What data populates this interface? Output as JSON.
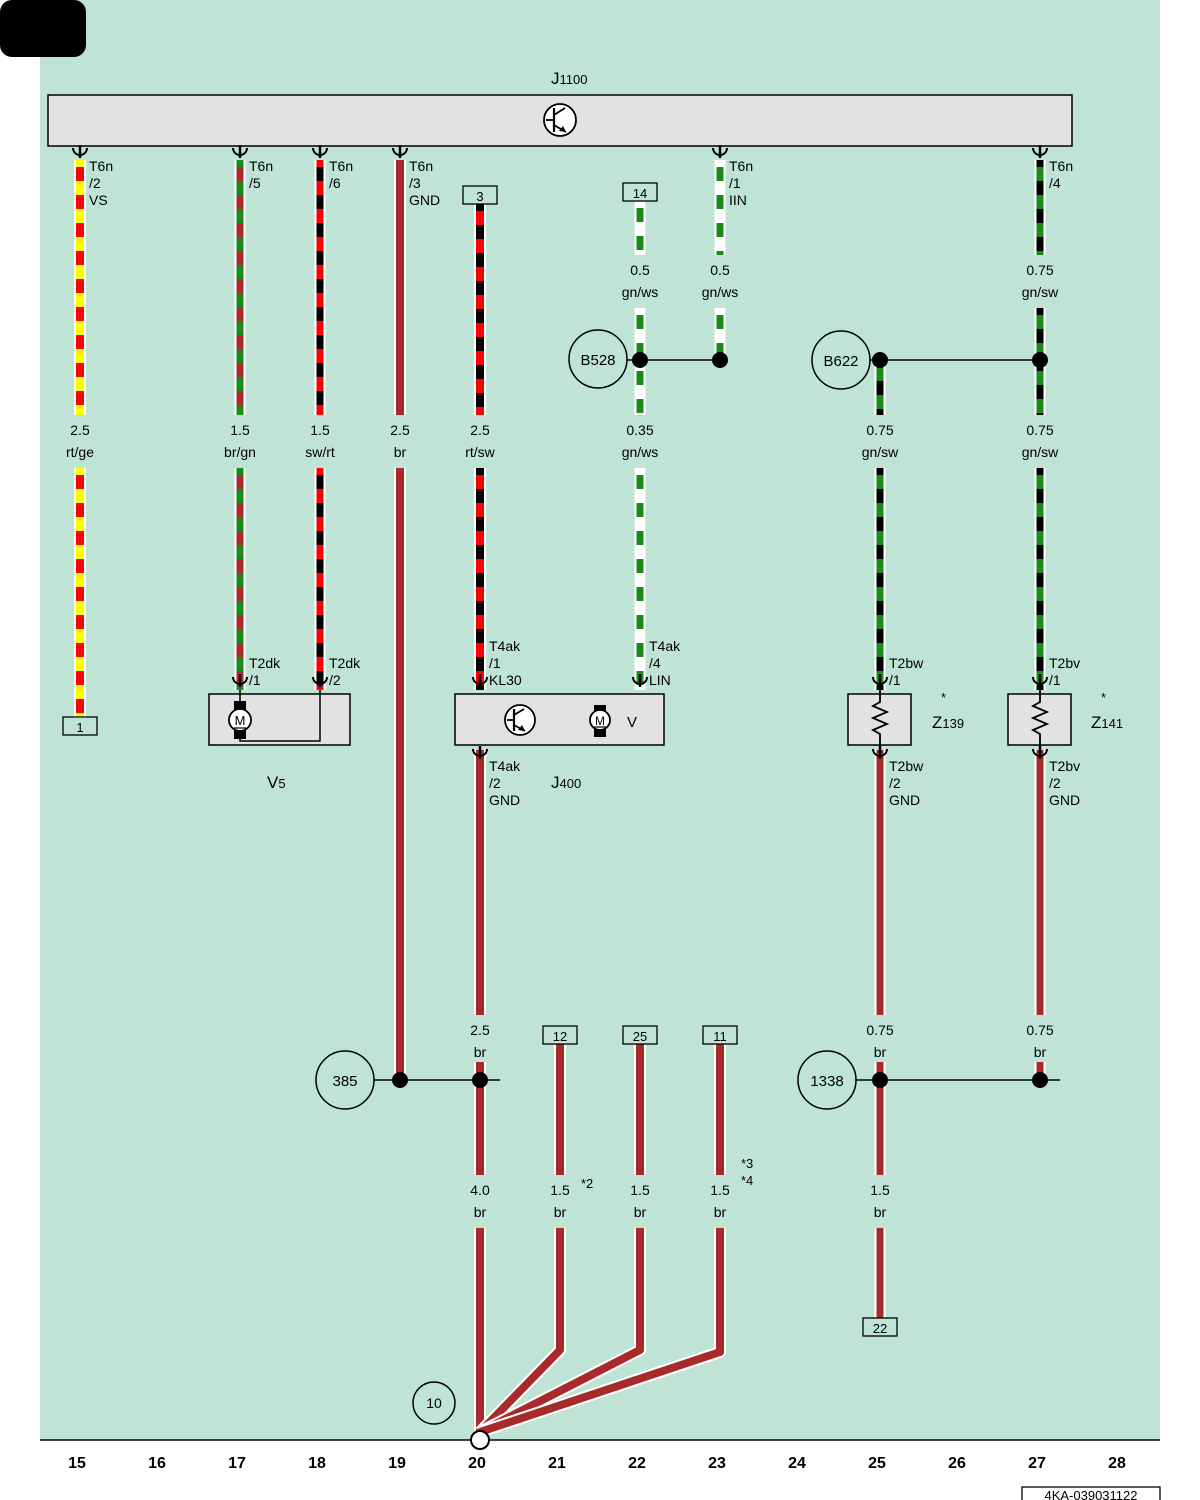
{
  "colors": {
    "background": "#bfe3d5",
    "component_fill": "#e2e2e2",
    "rt": "#ff0000",
    "ge": "#ffff00",
    "br": "#a82a2a",
    "gn": "#1a8a1a",
    "sw": "#000000",
    "ws": "#ffffff"
  },
  "components": {
    "j1100": {
      "label": "J",
      "sub": "1100"
    },
    "v5": {
      "label": "V",
      "sub": "5"
    },
    "j400": {
      "label": "J",
      "sub": "400",
      "motor_letter": "V"
    },
    "z139": {
      "label": "Z",
      "sub": "139",
      "star": "*"
    },
    "z141": {
      "label": "Z",
      "sub": "141",
      "star": "*"
    }
  },
  "motor_symbol": "M",
  "pins": [
    {
      "id": "t6n2",
      "lines": [
        "T6n",
        "/2",
        "VS"
      ]
    },
    {
      "id": "t6n5",
      "lines": [
        "T6n",
        "/5"
      ]
    },
    {
      "id": "t6n6",
      "lines": [
        "T6n",
        "/6"
      ]
    },
    {
      "id": "t6n3",
      "lines": [
        "T6n",
        "/3",
        "GND"
      ]
    },
    {
      "id": "t6n1",
      "lines": [
        "T6n",
        "/1",
        "IIN"
      ]
    },
    {
      "id": "t6n4",
      "lines": [
        "T6n",
        "/4"
      ]
    },
    {
      "id": "t2dk1",
      "lines": [
        "T2dk",
        "/1"
      ]
    },
    {
      "id": "t2dk2",
      "lines": [
        "T2dk",
        "/2"
      ]
    },
    {
      "id": "t4ak1",
      "lines": [
        "T4ak",
        "/1",
        "KL30"
      ]
    },
    {
      "id": "t4ak4",
      "lines": [
        "T4ak",
        "/4",
        "LIN"
      ]
    },
    {
      "id": "t4ak2",
      "lines": [
        "T4ak",
        "/2",
        "GND"
      ]
    },
    {
      "id": "t2bw1",
      "lines": [
        "T2bw",
        "/1"
      ]
    },
    {
      "id": "t2bv1",
      "lines": [
        "T2bv",
        "/1"
      ]
    },
    {
      "id": "t2bw2",
      "lines": [
        "T2bw",
        "/2",
        "GND"
      ]
    },
    {
      "id": "t2bv2",
      "lines": [
        "T2bv",
        "/2",
        "GND"
      ]
    }
  ],
  "wire_labels": [
    {
      "id": "w15",
      "size": "2.5",
      "color": "rt/ge"
    },
    {
      "id": "w17",
      "size": "1.5",
      "color": "br/gn"
    },
    {
      "id": "w18",
      "size": "1.5",
      "color": "sw/rt"
    },
    {
      "id": "w19",
      "size": "2.5",
      "color": "br"
    },
    {
      "id": "w20a",
      "size": "2.5",
      "color": "rt/sw"
    },
    {
      "id": "w22a",
      "size": "0.5",
      "color": "gn/ws"
    },
    {
      "id": "w23a",
      "size": "0.5",
      "color": "gn/ws"
    },
    {
      "id": "w22b",
      "size": "0.35",
      "color": "gn/ws"
    },
    {
      "id": "w27a",
      "size": "0.75",
      "color": "gn/sw"
    },
    {
      "id": "w25b",
      "size": "0.75",
      "color": "gn/sw"
    },
    {
      "id": "w27b",
      "size": "0.75",
      "color": "gn/sw"
    },
    {
      "id": "w20b",
      "size": "2.5",
      "color": "br"
    },
    {
      "id": "w25c",
      "size": "0.75",
      "color": "br"
    },
    {
      "id": "w27c",
      "size": "0.75",
      "color": "br"
    },
    {
      "id": "w20c",
      "size": "4.0",
      "color": "br"
    },
    {
      "id": "w21",
      "size": "1.5",
      "color": "br"
    },
    {
      "id": "w22c",
      "size": "1.5",
      "color": "br"
    },
    {
      "id": "w23c",
      "size": "1.5",
      "color": "br"
    },
    {
      "id": "w25d",
      "size": "1.5",
      "color": "br"
    }
  ],
  "connection_boxes": [
    {
      "id": "c1",
      "label": "1"
    },
    {
      "id": "c3",
      "label": "3"
    },
    {
      "id": "c14",
      "label": "14"
    },
    {
      "id": "c12",
      "label": "12"
    },
    {
      "id": "c25",
      "label": "25"
    },
    {
      "id": "c11",
      "label": "11"
    },
    {
      "id": "c22",
      "label": "22"
    }
  ],
  "circles": [
    {
      "id": "b528",
      "label": "B528"
    },
    {
      "id": "b622",
      "label": "B622"
    },
    {
      "id": "g385",
      "label": "385"
    },
    {
      "id": "g1338",
      "label": "1338"
    },
    {
      "id": "g10",
      "label": "10"
    }
  ],
  "footnotes": [
    {
      "id": "fn2",
      "text": "*2"
    },
    {
      "id": "fn3",
      "text": "*3"
    },
    {
      "id": "fn4",
      "text": "*4"
    }
  ],
  "track_numbers": [
    "15",
    "16",
    "17",
    "18",
    "19",
    "20",
    "21",
    "22",
    "23",
    "24",
    "25",
    "26",
    "27",
    "28"
  ],
  "doc_number": "4KA-039031122"
}
